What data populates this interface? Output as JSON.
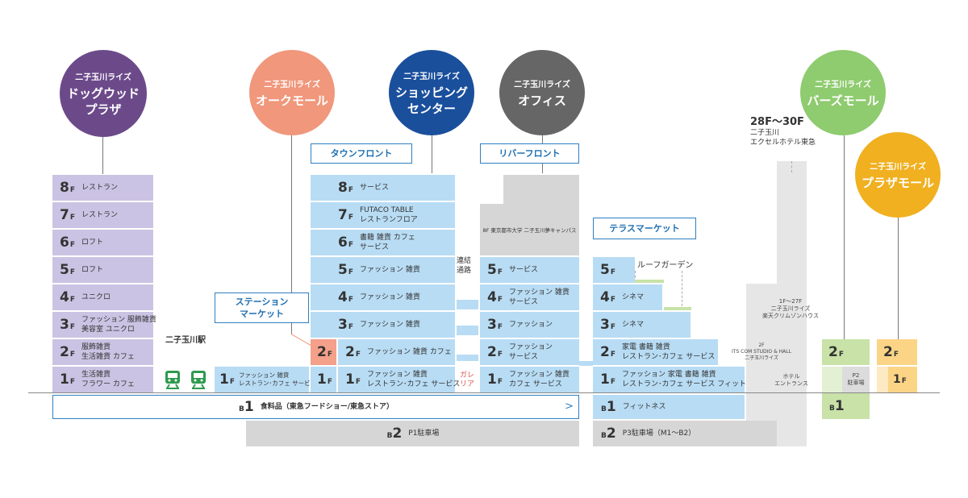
{
  "brand": "二子玉川ライズ",
  "circles": {
    "dogwood": {
      "title1": "ドッグウッド",
      "title2": "プラザ",
      "color": "#6c4a8a"
    },
    "oak": {
      "title1": "オークモール",
      "color": "#f0977c"
    },
    "shopping": {
      "title1": "ショッピング",
      "title2": "センター",
      "color": "#1a4f9c"
    },
    "office": {
      "title1": "オフィス",
      "color": "#666666"
    },
    "bars": {
      "title1": "バーズモール",
      "color": "#8fcb6f"
    },
    "plaza": {
      "title1": "プラザモール",
      "color": "#f0b020"
    }
  },
  "labels": {
    "town_front": "タウンフロント",
    "river_front": "リバーフロント",
    "terrace_market": "テラスマーケット",
    "station_market_1": "ステーション",
    "station_market_2": "マーケット",
    "station": "二子玉川駅",
    "roof_garden": "ルーフガーデン",
    "renraku_1": "連結",
    "renraku_2": "通路",
    "galleria_1": "ガレ",
    "galleria_2": "リア",
    "hotel_floors": "28F～30F",
    "hotel_name_1": "二子玉川",
    "hotel_name_2": "エクセルホテル東急",
    "rakuten_1": "1F～27F",
    "rakuten_2": "二子玉川ライズ",
    "rakuten_3": "楽天クリムゾンハウス",
    "its_1": "2F",
    "its_2": "ITS COM STUDIO & HALL",
    "its_3": "二子玉川ライズ",
    "hotel_entrance_1": "ホテル",
    "hotel_entrance_2": "エントランス",
    "univ": "8F 東京都市大学 二子玉川夢キャンパス",
    "p2_1": "P2",
    "p2_2": "駐車場"
  },
  "dogwood_floors": [
    {
      "num": "8",
      "desc": "レストラン"
    },
    {
      "num": "7",
      "desc": "レストラン"
    },
    {
      "num": "6",
      "desc": "ロフト"
    },
    {
      "num": "5",
      "desc": "ロフト"
    },
    {
      "num": "4",
      "desc": "ユニクロ"
    },
    {
      "num": "3",
      "desc": "ファッション 服飾雑貨\n美容室 ユニクロ"
    },
    {
      "num": "2",
      "desc": "服飾雑貨\n生活雑貨 カフェ"
    },
    {
      "num": "1",
      "desc": "生活雑貨\nフラワー カフェ"
    }
  ],
  "station_floor": {
    "num": "1",
    "desc": "ファッション 雑貨\nレストラン･カフェ サービス"
  },
  "oak_floors": [
    {
      "num": "2"
    },
    {
      "num": "1"
    }
  ],
  "town_floors": [
    {
      "num": "8",
      "desc": "サービス"
    },
    {
      "num": "7",
      "desc": "FUTACO TABLE\nレストランフロア"
    },
    {
      "num": "6",
      "desc": "書籍 雑貨 カフェ\nサービス"
    },
    {
      "num": "5",
      "desc": "ファッション 雑貨"
    },
    {
      "num": "4",
      "desc": "ファッション 雑貨"
    },
    {
      "num": "3",
      "desc": "ファッション 雑貨"
    },
    {
      "num": "2",
      "desc": "ファッション 雑貨 カフェ"
    },
    {
      "num": "1",
      "desc": "ファッション 雑貨\nレストラン･カフェ サービス"
    }
  ],
  "river_floors": [
    {
      "num": "5",
      "desc": "サービス"
    },
    {
      "num": "4",
      "desc": "ファッション 雑貨\nサービス"
    },
    {
      "num": "3",
      "desc": "ファッション"
    },
    {
      "num": "2",
      "desc": "ファッション\nサービス"
    },
    {
      "num": "1",
      "desc": "ファッション 雑貨\nカフェ サービス"
    }
  ],
  "terrace_floors": [
    {
      "num": "5",
      "desc": ""
    },
    {
      "num": "4",
      "desc": "シネマ"
    },
    {
      "num": "3",
      "desc": "シネマ"
    },
    {
      "num": "2",
      "desc": "家電 書籍 雑貨\nレストラン･カフェ サービス"
    },
    {
      "num": "1",
      "desc": "ファッション 家電 書籍 雑貨\nレストラン･カフェ サービス フィットネス"
    }
  ],
  "basement": {
    "b1_num": "1",
    "b1_desc": "食料品（東急フードショー/東急ストア）",
    "b1_arrow": ">",
    "b2_num": "2",
    "b2_desc": "P1駐車場",
    "t_b1_num": "1",
    "t_b1_desc": "フィットネス",
    "t_b2_num": "2",
    "t_b2_desc": "P3駐車場（M1～B2）",
    "bars_b1_num": "1"
  },
  "bars_floor": {
    "num": "2"
  },
  "plaza_floors": [
    {
      "num": "2"
    },
    {
      "num": "1"
    }
  ],
  "floor_suffix": "F",
  "basement_prefix": "B"
}
